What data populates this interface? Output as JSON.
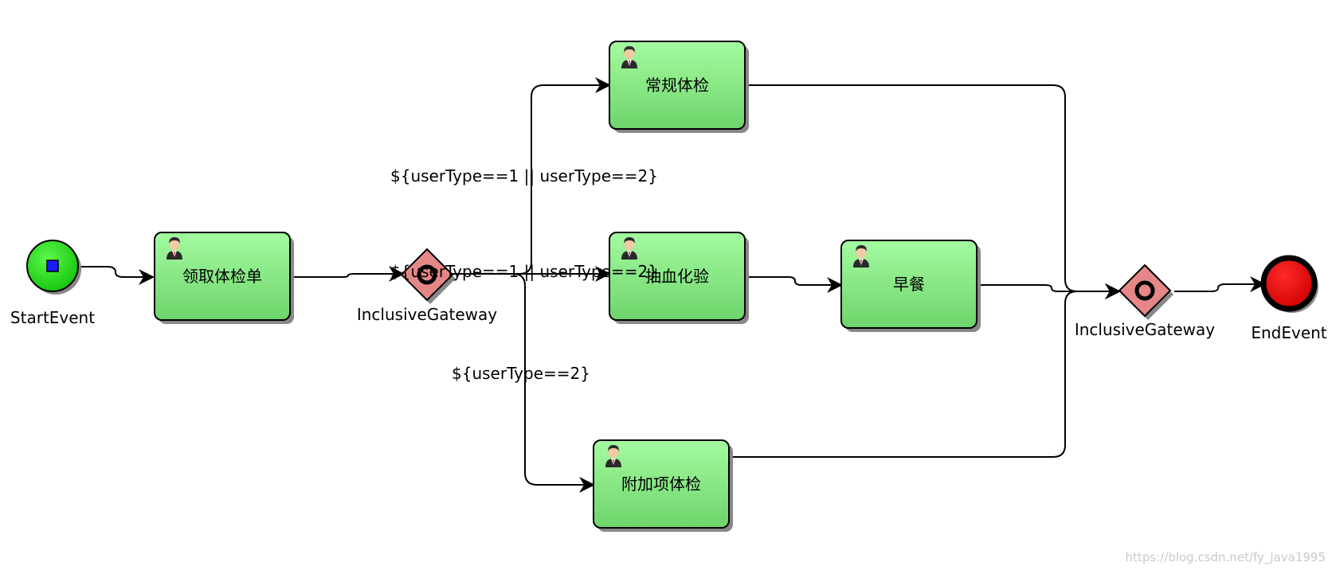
{
  "diagram": {
    "start_event": {
      "label": "StartEvent"
    },
    "end_event": {
      "label": "EndEvent"
    },
    "gateways": {
      "split": {
        "label": "InclusiveGateway"
      },
      "join": {
        "label": "InclusiveGateway"
      }
    },
    "tasks": {
      "receive_form": {
        "label": "领取体检单"
      },
      "routine_exam": {
        "label": "常规体检"
      },
      "blood_test": {
        "label": "抽血化验"
      },
      "breakfast": {
        "label": "早餐"
      },
      "extra_exam": {
        "label": "附加项体检"
      }
    },
    "conditions": {
      "routine": "${userType==1 || userType==2}",
      "blood": "${userType==1 || userType==2}",
      "extra": "${userType==2}"
    },
    "colors": {
      "task_fill_top": "#a4fba0",
      "task_fill_bottom": "#6ed46b",
      "start_fill": "#1cd70e",
      "end_fill": "#e80000",
      "gateway_fill": "#e58787"
    }
  },
  "watermark": "https://blog.csdn.net/fy_java1995"
}
